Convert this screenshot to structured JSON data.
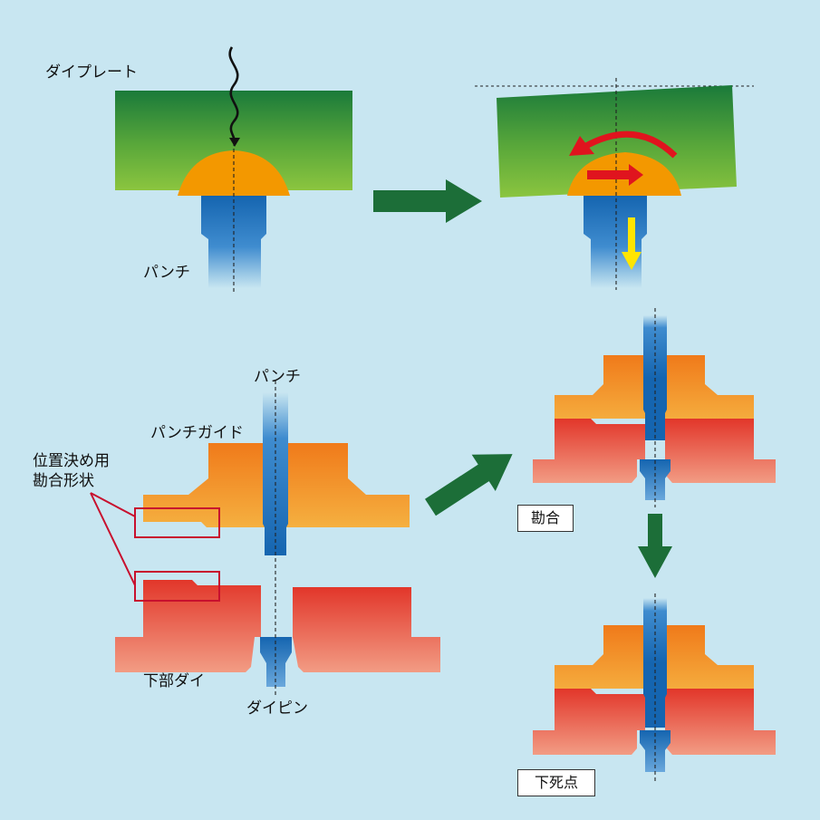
{
  "labels": {
    "die_plate": "ダイプレート",
    "punch_top": "パンチ",
    "punch_bottom": "パンチ",
    "punch_guide": "パンチガイド",
    "positioning_fit_line1": "位置決め用",
    "positioning_fit_line2": "勘合形状",
    "lower_die": "下部ダイ",
    "die_pin": "ダイピン",
    "fit_state": "勘合",
    "bottom_dead_center": "下死点"
  },
  "colors": {
    "background": "#c8e6f1",
    "plate_green_top": "#1a7a3a",
    "plate_green_bottom": "#8bc53f",
    "dome_orange": "#f39800",
    "punch_blue": "#1565b0",
    "guide_orange_top": "#f07a1a",
    "guide_orange_bottom": "#f5b040",
    "die_red_top": "#e2362a",
    "die_salmon_bottom": "#f29c84",
    "flow_arrow_green": "#1c6e38",
    "rotation_arrow_red": "#e0141e",
    "shift_arrow_red": "#e0141e",
    "press_arrow_yellow": "#ffe500",
    "callout_red": "#c8102e"
  },
  "icons": {
    "vibration": "wavy-vibration-arrow",
    "rotation": "curved-rotation-arrow",
    "shift": "horizontal-shift-arrow",
    "press": "downward-press-arrow",
    "flow": "block-flow-arrow"
  }
}
